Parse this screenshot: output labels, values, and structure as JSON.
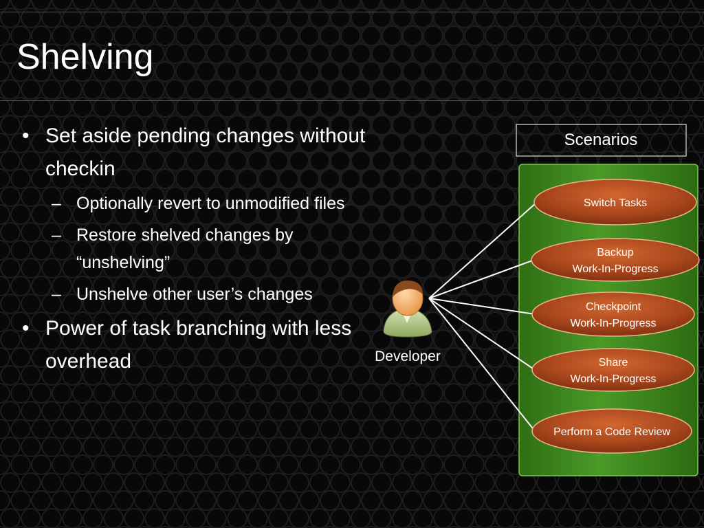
{
  "title": "Shelving",
  "bullets": [
    {
      "text": "Set aside pending changes without checkin",
      "sub": [
        "Optionally revert to unmodified files",
        "Restore shelved changes by “unshelving”",
        "Unshelve other user’s changes"
      ]
    },
    {
      "text": "Power of task branching with less overhead",
      "sub": []
    }
  ],
  "bullet_glyph": "•",
  "sub_glyph": "–",
  "diagram": {
    "scenarios_label": "Scenarios",
    "developer_label": "Developer",
    "developer_icon": "user-icon",
    "scenarios": [
      [
        "Switch Tasks"
      ],
      [
        "Backup",
        "Work-In-Progress"
      ],
      [
        "Checkpoint",
        "Work-In-Progress"
      ],
      [
        "Share",
        "Work-In-Progress"
      ],
      [
        "Perform a Code Review"
      ]
    ],
    "colors": {
      "panel": "#3f8a1f",
      "oval": "#b14c20",
      "oval_border": "#f0b48c",
      "connector": "#ffffff"
    }
  }
}
